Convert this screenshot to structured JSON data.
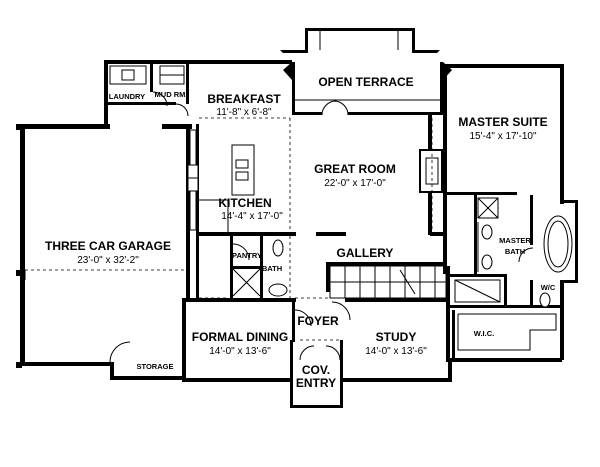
{
  "rooms": {
    "laundry": {
      "name": "LAUNDRY"
    },
    "mud_room": {
      "name": "MUD RM."
    },
    "breakfast": {
      "name": "BREAKFAST",
      "dims": "11'-8\" x 6'-8\""
    },
    "open_terrace": {
      "name": "OPEN TERRACE"
    },
    "master_suite": {
      "name": "MASTER SUITE",
      "dims": "15'-4\" x 17'-10\""
    },
    "great_room": {
      "name": "GREAT ROOM",
      "dims": "22'-0\" x 17'-0\""
    },
    "kitchen": {
      "name": "KITCHEN",
      "dims": "14'-4\" x 17'-0\""
    },
    "garage": {
      "name": "THREE CAR GARAGE",
      "dims": "23'-0\" x 32'-2\""
    },
    "pantry": {
      "name": "PANTRY"
    },
    "bath": {
      "name": "BATH"
    },
    "gallery": {
      "name": "GALLERY"
    },
    "master_bath": {
      "name": "MASTER",
      "name2": "BATH"
    },
    "wc": {
      "name": "W/C"
    },
    "wic": {
      "name": "W.I.C."
    },
    "foyer": {
      "name": "FOYER"
    },
    "formal_dining": {
      "name": "FORMAL DINING",
      "dims": "14'-0\" x 13'-6\""
    },
    "study": {
      "name": "STUDY",
      "dims": "14'-0\" x 13'-6\""
    },
    "storage": {
      "name": "STORAGE"
    },
    "cov_entry": {
      "name": "COV.",
      "name2": "ENTRY"
    }
  }
}
